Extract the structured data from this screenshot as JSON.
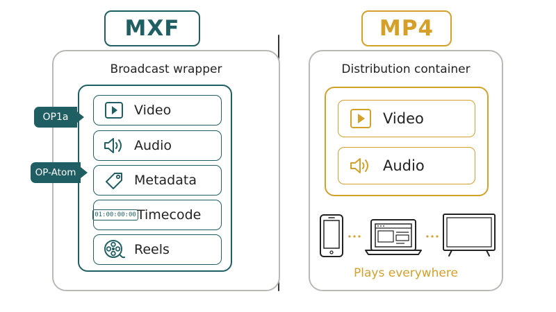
{
  "mxf": {
    "title": "MXF",
    "panel_label": "Broadcast wrapper",
    "tags": {
      "op1a": "OP1a",
      "op_atom": "OP-Atom"
    },
    "streams": [
      {
        "label": "Video",
        "icon": "play-icon"
      },
      {
        "label": "Audio",
        "icon": "speaker-icon"
      },
      {
        "label": "Metadata",
        "icon": "tag-icon"
      },
      {
        "label": "Timecode",
        "icon": "timecode-icon",
        "icon_text": "01:00:00:00"
      },
      {
        "label": "Reels",
        "icon": "film-reel-icon"
      }
    ]
  },
  "mp4": {
    "title": "MP4",
    "panel_label": "Distribution container",
    "streams": [
      {
        "label": "Video",
        "icon": "play-icon"
      },
      {
        "label": "Audio",
        "icon": "speaker-icon"
      }
    ],
    "devices": [
      "phone-icon",
      "laptop-icon",
      "tv-icon"
    ],
    "footer": "Plays everywhere"
  },
  "colors": {
    "mxf_accent": "#1f5f63",
    "mp4_accent": "#d4a02a",
    "panel_border": "#b8b8b4",
    "text": "#222222"
  }
}
